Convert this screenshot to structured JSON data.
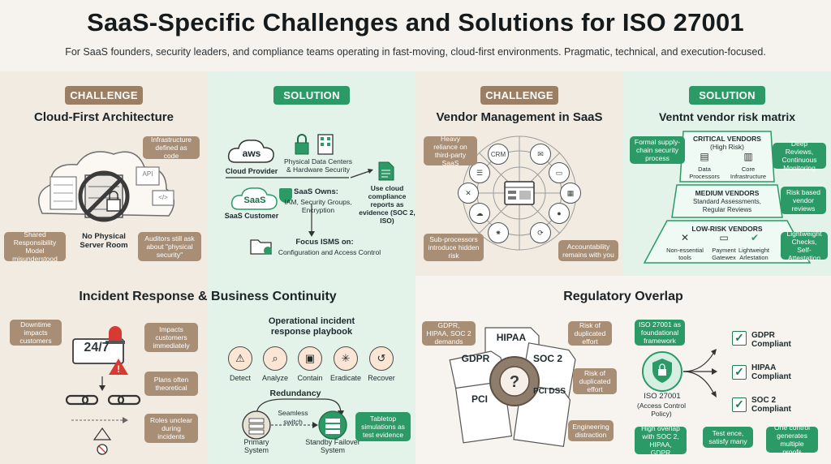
{
  "header": {
    "title": "SaaS-Specific Challenges and Solutions for ISO 27001",
    "subtitle": "For SaaS founders, security leaders, and compliance teams operating in fast-moving, cloud-first environments. Pragmatic, technical, and execution-focused."
  },
  "cloud_challenge": {
    "tag": "CHALLENGE",
    "title": "Cloud-First Architecture",
    "callout_infra": "Infrastructure defined as code",
    "callout_shared": "Shared Responsibility Model misunderstood",
    "center_label": "No Physical Server Room",
    "callout_auditors": "Auditors still ask about \"physical security\"",
    "api_label": "API",
    "code_label": "</>"
  },
  "cloud_solution": {
    "tag": "SOLUTION",
    "aws_label": "aws",
    "cloud_provider": "Cloud Provider",
    "physical_dc": "Physical Data Centers & Hardware Security",
    "saas_label": "SaaS",
    "saas_customer": "SaaS Customer",
    "saas_owns_title": "SaaS Owns:",
    "saas_owns_items": "IAM, Security Groups, Encryption",
    "use_reports": "Use cloud compliance reports as evidence (SOC 2, ISO)",
    "focus_title": "Focus ISMS on:",
    "focus_items": "Configuration and Access Control"
  },
  "vendor_challenge": {
    "tag": "CHALLENGE",
    "title": "Vendor Management in SaaS",
    "callout_reliance": "Heavy reliance on third-party SaaS",
    "crm": "CRM",
    "callout_sub": "Sub-processors introduce hidden risk",
    "callout_account": "Accountability remains with you"
  },
  "vendor_solution": {
    "tag": "SOLUTION",
    "title": "Ventnt vendor risk matrix",
    "callout_formal": "Formal supply-chain security process",
    "critical_title": "CRITICAL VENDORS",
    "critical_sub": "(High Risk)",
    "data_processors": "Data Processors",
    "core_infra": "Core Infrastructure",
    "callout_deep": "Deep Reviews, Continuous Monitoring",
    "medium_title": "MEDIUM VENDORS",
    "medium_sub": "Standard Assessments, Regular Reviews",
    "callout_risk": "Risk based vendor reviews",
    "low_title": "LOW-RISK VENDORS",
    "nonessential": "Non-essential tools",
    "payment": "Payment Gatewex",
    "lightweight": "Lightweight Arlestation",
    "callout_light": "Lightweight Checks, Self-Attestation"
  },
  "incident": {
    "title": "Incident Response & Business Continuity",
    "callout_downtime": "Downtime impacts customers",
    "label_247": "24/7",
    "callout_impacts": "Impacts customers immediately",
    "callout_plans": "Plans often theoretical",
    "callout_roles": "Roles unclear during incidents",
    "playbook_title": "Operational incident response playbook",
    "steps": [
      "Detect",
      "Analyze",
      "Contain",
      "Eradicate",
      "Recover"
    ],
    "redundancy": "Redundancy",
    "seamless": "Seamless switch",
    "primary": "Primary System",
    "standby": "Standby Failover System",
    "callout_tabletop": "Tabletop simulations as test evidence"
  },
  "regulatory": {
    "title": "Regulatory Overlap",
    "callout_demands": "GDPR, HIPAA, SOC 2 demands",
    "docs": [
      "HIPAA",
      "GDPR",
      "SOC 2",
      "PCI",
      "PCI DSS"
    ],
    "callout_dup1": "Risk of duplicated effort",
    "callout_dup2": "Risk of duplicated effort",
    "callout_eng": "Engineering distraction",
    "callout_iso": "ISO 27001 as foundational framework",
    "iso_label": "ISO 27001",
    "iso_sub": "(Access Control Policy)",
    "compliant": [
      "GDPR Compliant",
      "HIPAA Compliant",
      "SOC 2 Compliant"
    ],
    "callout_overlap": "High overlap with SOC 2, HIPAA, GDPR",
    "callout_test": "Test ence, satisfy many",
    "callout_one": "One control generates multiple proofs"
  },
  "colors": {
    "accent_green": "#2b9a67",
    "accent_tan": "#9a7f65",
    "alert_red": "#d63a32"
  }
}
